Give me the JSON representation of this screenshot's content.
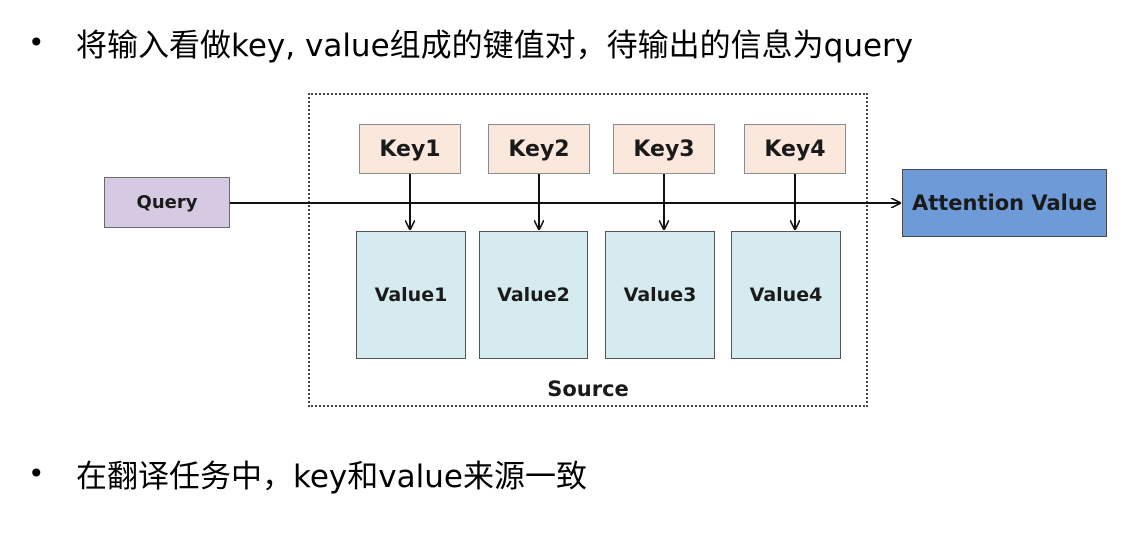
{
  "bullets": [
    {
      "text": "将输入看做key, value组成的键值对，待输出的信息为query"
    },
    {
      "text": "在翻译任务中，key和value来源一致"
    }
  ],
  "bullet_symbol": "•",
  "diagram": {
    "query": "Query",
    "output": "Attention Value",
    "container_label": "Source",
    "keys": [
      "Key1",
      "Key2",
      "Key3",
      "Key4"
    ],
    "values": [
      "Value1",
      "Value2",
      "Value3",
      "Value4"
    ],
    "colors": {
      "query_fill": "#d5cae2",
      "key_fill": "#fbe8dc",
      "value_fill": "#d6ebf0",
      "output_fill": "#6e9ad8"
    }
  }
}
